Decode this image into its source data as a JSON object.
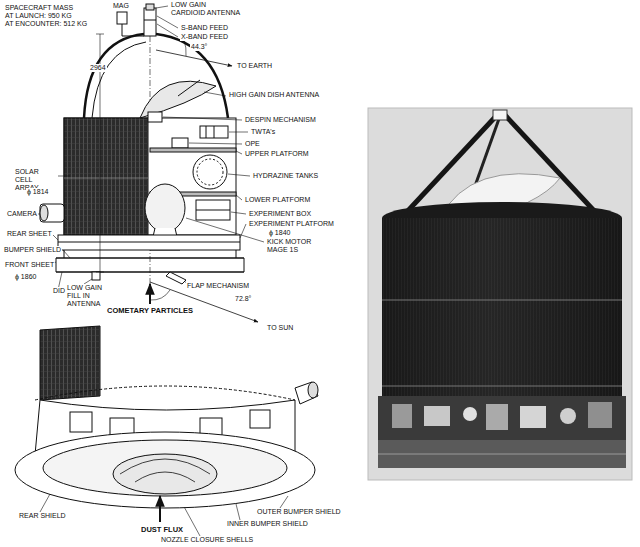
{
  "diagram": {
    "labels": [
      "SPACECRAFT MASS",
      "AT LAUNCH: 950 KG",
      "AT ENCOUNTER: 512 KG",
      "MAG",
      "LOW GAIN CARDIOID ANTENNA",
      "S-BAND FEED",
      "X-BAND FEED",
      "2964",
      "44.3°",
      "TO EARTH",
      "HIGH GAIN DISH ANTENNA",
      "DESPIN MECHANISM",
      "TWTA's",
      "OPE",
      "UPPER PLATFORM",
      "HYDRAZINE TANKS",
      "LOWER PLATFORM",
      "EXPERIMENT BOX",
      "EXPERIMENT PLATFORM",
      "ϕ 1840",
      "KICK MOTOR MAGE 1S",
      "SOLAR CELL ARRAY",
      "ϕ 1814",
      "CAMERA",
      "REAR SHEET",
      "BUMPER SHIELD",
      "FRONT SHEET",
      "ϕ 1860",
      "DID",
      "LOW GAIN FILL IN ANTENNA",
      "FLAP MECHANISM",
      "COMETARY PARTICLES",
      "72.8°",
      "TO SUN",
      "REAR SHIELD",
      "DUST FLUX",
      "NOZZLE CLOSURE SHELLS",
      "INNER BUMPER SHIELD",
      "OUTER BUMPER SHIELD"
    ]
  }
}
